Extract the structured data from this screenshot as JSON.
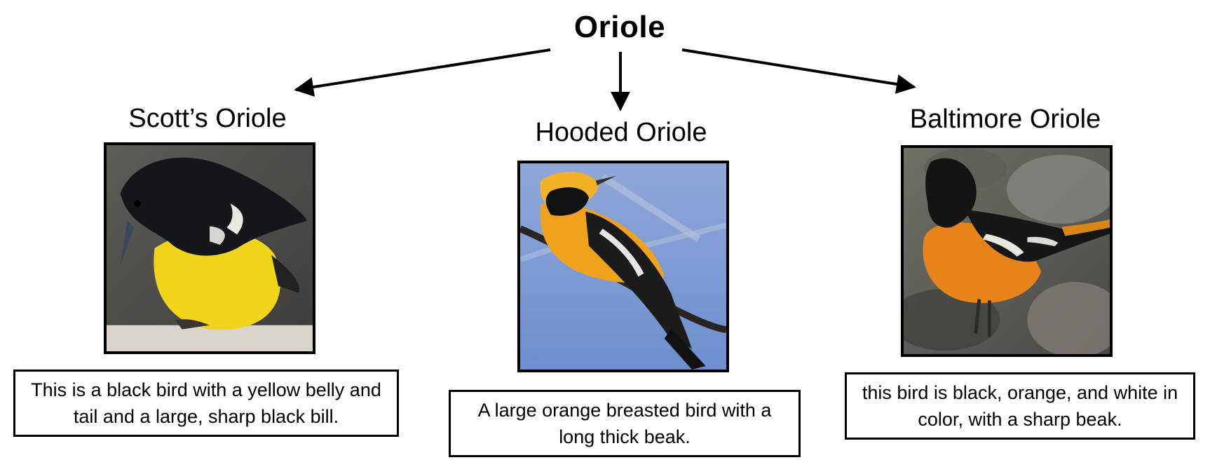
{
  "root": {
    "label": "Oriole"
  },
  "species": [
    {
      "name": "Scott’s Oriole",
      "image_icon": "bird-photo-icon",
      "caption": "This is a black bird with a yellow belly and tail and a large, sharp black bill."
    },
    {
      "name": "Hooded Oriole",
      "image_icon": "bird-photo-icon",
      "caption": "A large orange breasted bird with a long thick beak."
    },
    {
      "name": "Baltimore Oriole",
      "image_icon": "bird-photo-icon",
      "caption": "this bird is black, orange, and white in color, with a sharp beak."
    }
  ],
  "colors": {
    "border": "#000000",
    "background": "#ffffff"
  }
}
